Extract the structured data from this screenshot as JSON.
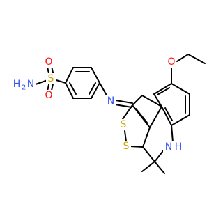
{
  "colors": {
    "bond": "#000000",
    "oxygen": "#ff0d0d",
    "nitrogen": "#3050f8",
    "sulfur": "#c9a600",
    "background": "#ffffff"
  },
  "labels": {
    "h2n_h": "H",
    "h2n_sub": "2",
    "h2n_n": "N",
    "sulfonyl_s": "S",
    "sulfonyl_o_top": "O",
    "sulfonyl_o_bottom": "O",
    "imine_n": "N",
    "ether_o": "O",
    "dithiole_s1": "S",
    "dithiole_s2": "S",
    "amine_n": "N",
    "amine_h": "H"
  }
}
